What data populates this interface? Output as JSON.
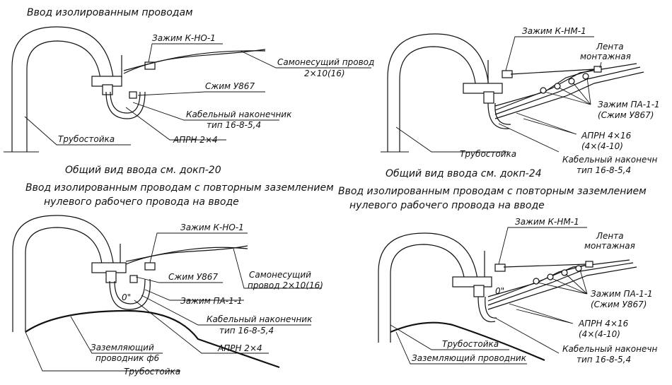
{
  "panel1": {
    "title": "Ввод изолированным проводам",
    "clamp": "Зажим К-НО-1",
    "wire_1": "Самонесущий провод",
    "wire_2": "2×10(16)",
    "press": "Сжим У867",
    "lug_1": "Кабельный наконечник",
    "lug_2": "тип 16-8-5,4",
    "aprn": "АПРН 2×4",
    "pipe": "Трубостойка",
    "caption": "Общий вид ввода см. докп-20"
  },
  "panel2": {
    "clamp": "Зажим К-НМ-1",
    "tape_1": "Лента",
    "tape_2": "монтажная",
    "clampPA_1": "Зажим ПА-1-1",
    "clampPA_2": "(Сжим У867)",
    "aprn_1": "АПРН 4×16",
    "aprn_2": "(4×(4-10)",
    "lug_1": "Кабельный наконечн",
    "lug_2": "тип 16-8-5,4",
    "pipe": "Трубостойка",
    "caption": "Общий вид ввода см. докп-24"
  },
  "panel3": {
    "title_1": "Ввод изолированным проводам с повторным заземлением",
    "title_2": "нулевого рабочего провода на вводе",
    "clamp": "Зажим К-НО-1",
    "press": "Сжим У867",
    "wire_1": "Самонесущий",
    "wire_2": "провод 2×10(16)",
    "clampPA": "Зажим ПА-1-1",
    "zero": "0\"",
    "lug_1": "Кабельный наконечник",
    "lug_2": "тип 16-8-5,4",
    "ground_1": "Заземляющий",
    "ground_2": "проводник ф6",
    "aprn": "АПРН 2×4",
    "pipe": "Трубостойка"
  },
  "panel4": {
    "title_1": "Ввод изолированным проводам с повторным заземлением",
    "title_2": "нулевого рабочего провода на вводе",
    "clamp": "Зажим К-НМ-1",
    "tape_1": "Лента",
    "tape_2": "монтажная",
    "zero": "0\"",
    "clampPA_1": "Зажим ПА-1-1",
    "clampPA_2": "(Сжим У867)",
    "aprn_1": "АПРН 4×16",
    "aprn_2": "(4×(4-10)",
    "pipe": "Трубостойка",
    "ground": "Заземляющий проводник",
    "lug_1": "Кабельный наконечн",
    "lug_2": "тип 16-8-5,4"
  }
}
